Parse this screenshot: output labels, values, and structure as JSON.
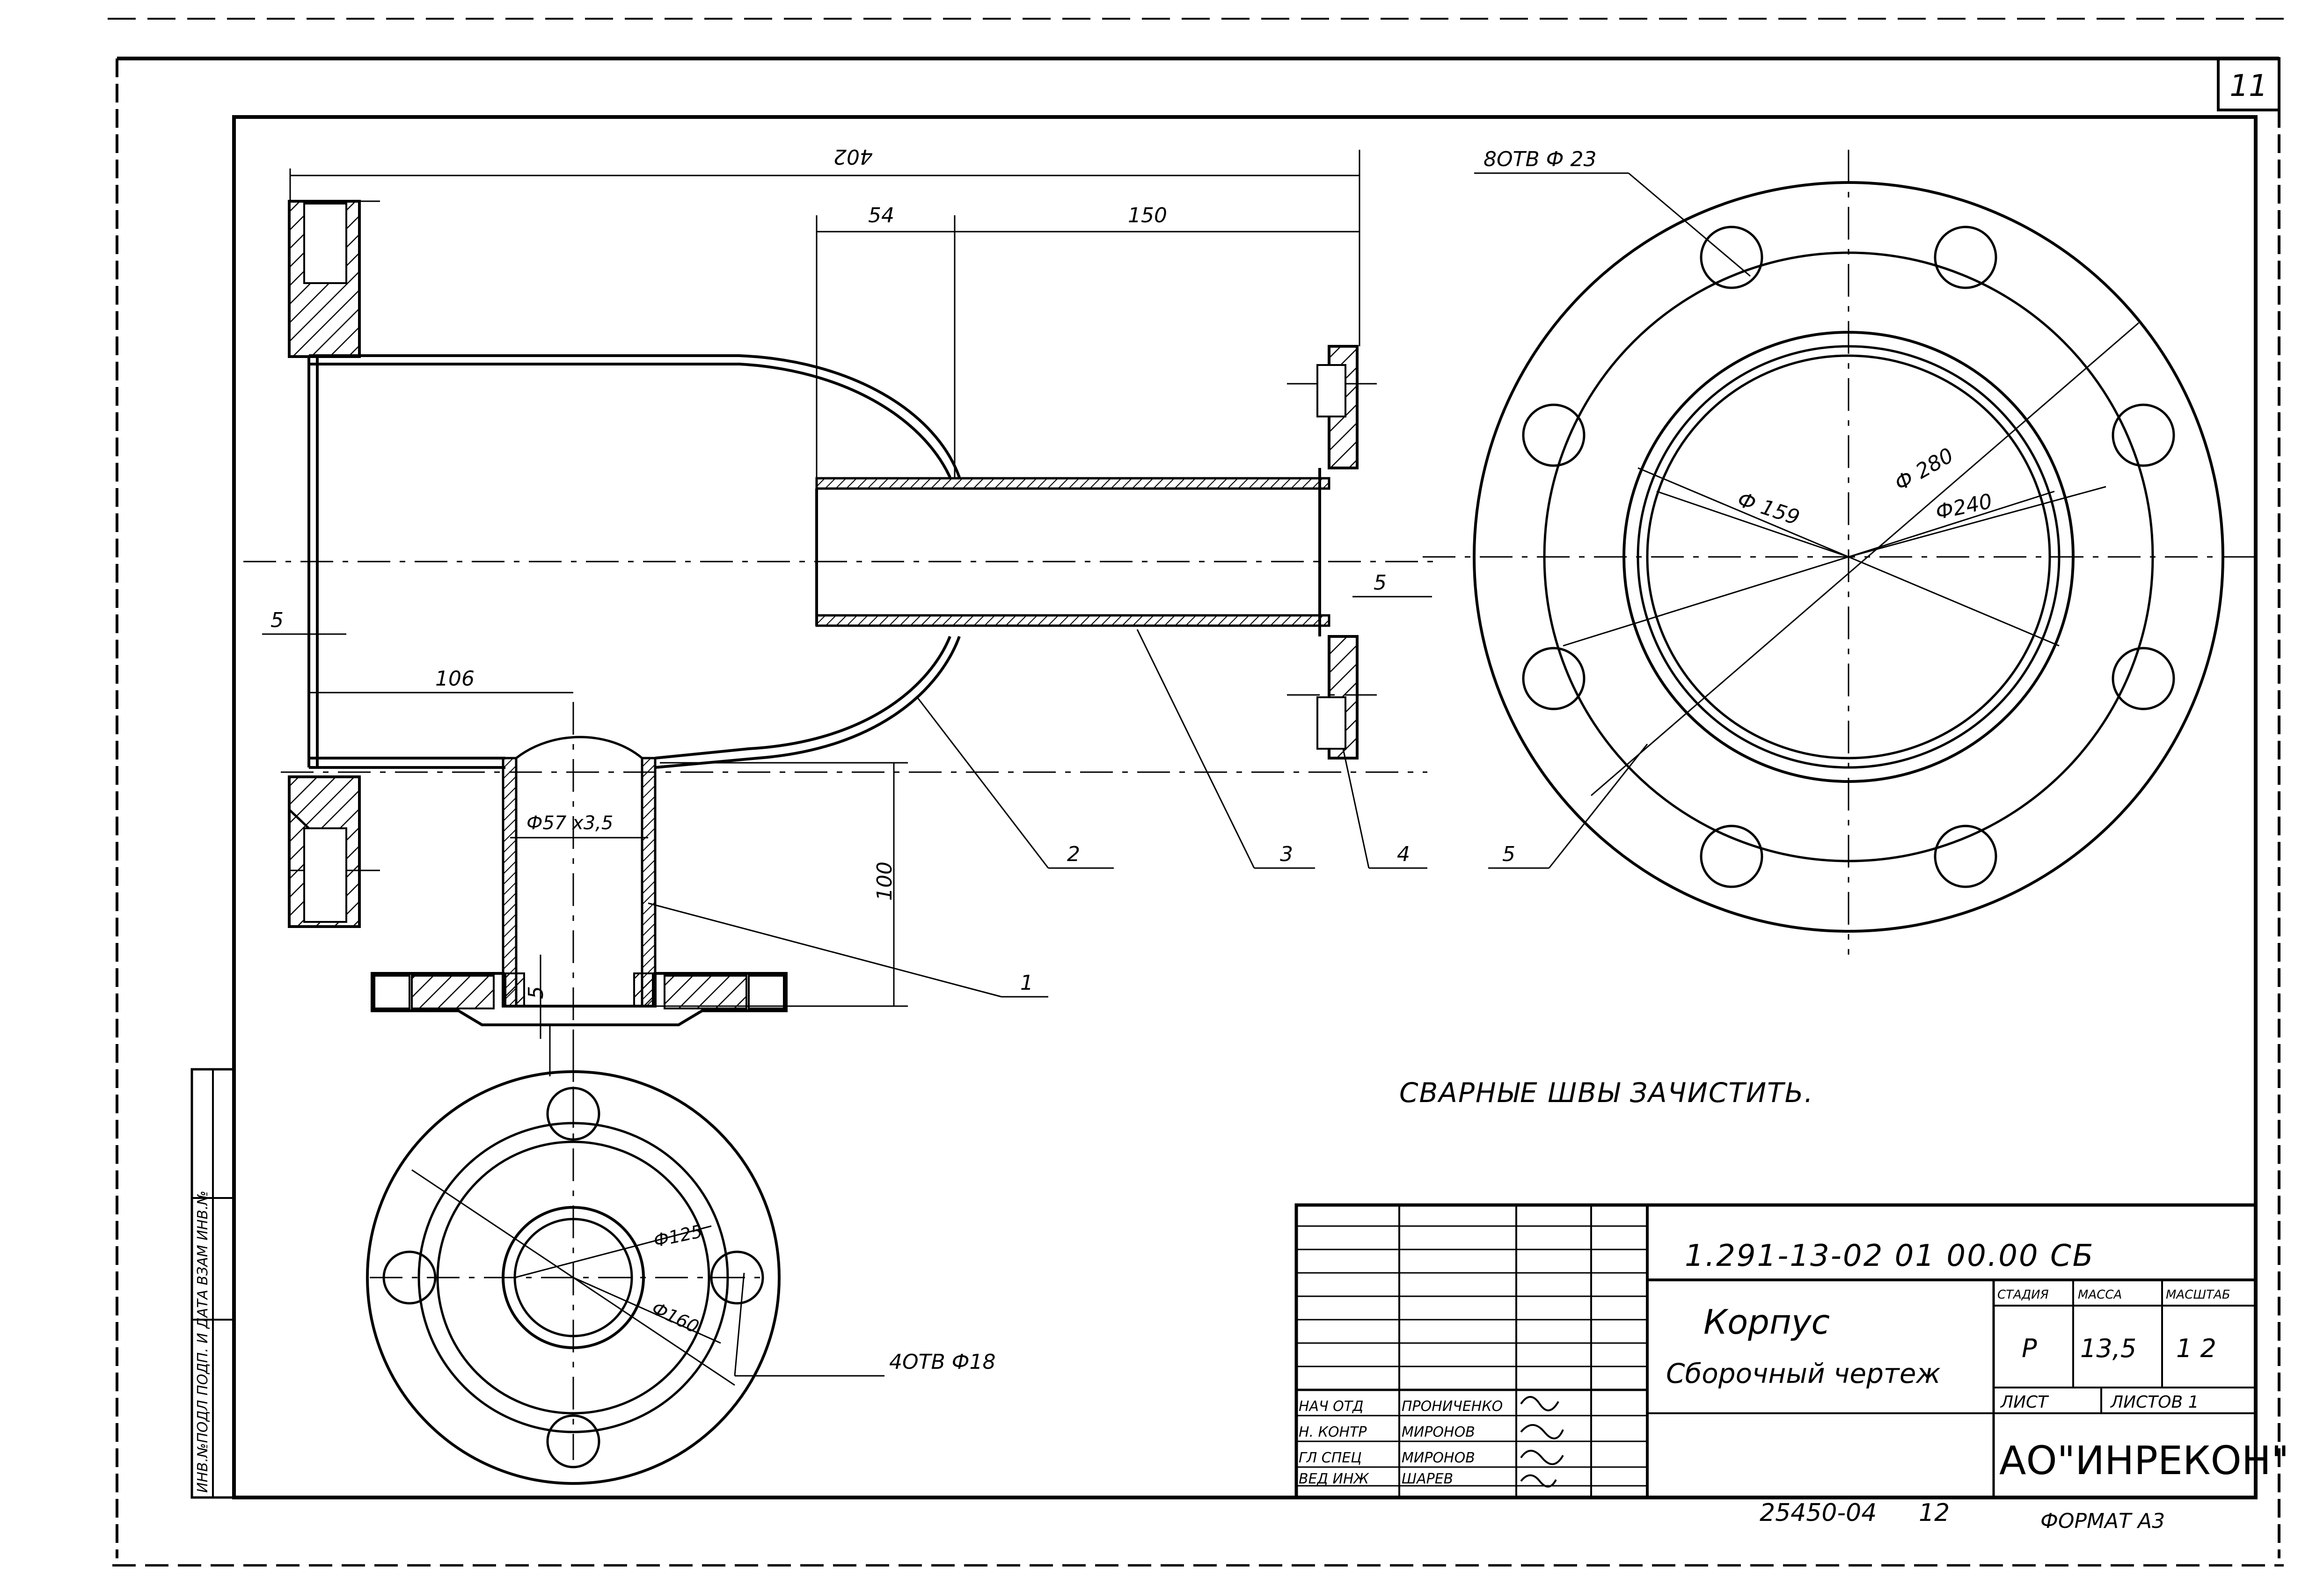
{
  "sheet": {
    "number": "11",
    "note": "СВАРНЫЕ ШВЫ ЗАЧИСТИТЬ.",
    "footer_code": "25450-04",
    "footer_page": "12",
    "format": "ФОРМАТ А3"
  },
  "dimensions": {
    "overall_length": "402",
    "d54": "54",
    "d150": "150",
    "d106": "106",
    "d100": "100",
    "d5_left": "5",
    "d5_right": "5",
    "d5_nozzle": "5",
    "pipe": "Ф57 х3,5",
    "d125": "Ф125",
    "d160": "Ф160",
    "d159": "Ф 159",
    "d280": "Ф 280",
    "d240": "Ф240"
  },
  "holes": {
    "large": "8ОТВ Ф 23",
    "small": "4ОТВ Ф18"
  },
  "leaders": {
    "p1": "1",
    "p2": "2",
    "p3": "3",
    "p4": "4",
    "p5": "5"
  },
  "title_block": {
    "code": "1.291-13-02 01 00.00 СБ",
    "name": "Корпус",
    "subtitle": "Сборочный чертеж",
    "h_stage": "СТАДИЯ",
    "h_mass": "МАССА",
    "h_scale": "МАСШТАБ",
    "stage": "Р",
    "mass": "13,5",
    "scale": "1 2",
    "sheet_label": "ЛИСТ",
    "sheets_label": "ЛИСТОВ 1",
    "org": "АО\"ИНРЕКОН\"",
    "roles": [
      "НАЧ ОТД",
      "Н. КОНТР",
      "ГЛ СПЕЦ",
      "ВЕД ИНЖ"
    ],
    "names": [
      "ПРОНИЧЕНКО",
      "МИРОНОВ",
      "МИРОНОВ",
      "ШАРЕВ"
    ]
  },
  "side_stamp": "ИНВ.№ПОДЛ  ПОДП. И ДАТА  ВЗАМ ИНВ.№"
}
